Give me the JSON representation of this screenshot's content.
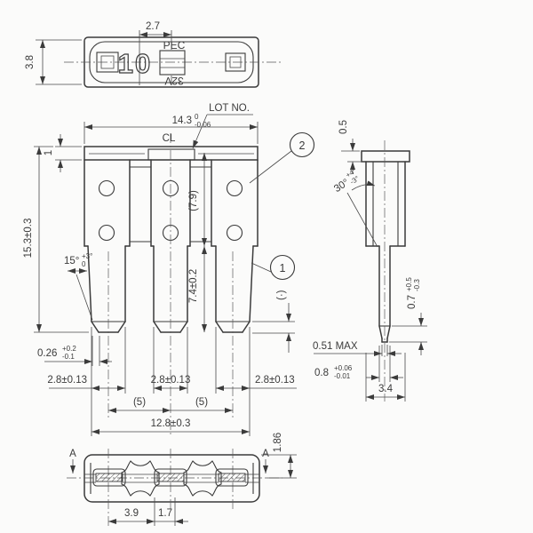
{
  "top_view": {
    "amp_rating": "10",
    "brand": "PEC",
    "voltage": "32V",
    "dim_marking_offset": "2.7",
    "dim_thickness": "3.8"
  },
  "front_view": {
    "lot_label": "LOT NO.",
    "centerline_label": "CL",
    "dim_overall_width": {
      "value": "14.3",
      "sup": "0",
      "sub": "-0.06"
    },
    "dim_cap_height": "1",
    "dim_overall_height": "15.3±0.3",
    "angle_blade": {
      "value": "15°",
      "sup": "+3°",
      "sub": "0"
    },
    "dim_housing_height": "(7.9)",
    "dim_blade_length": "7.4±0.2",
    "balloon_blade": "1",
    "balloon_housing": "2",
    "dim_tip_ref": "(·)",
    "dim_tip_chamfer": {
      "value": "0.26",
      "sup": "+0.2",
      "sub": "-0.1"
    },
    "dim_blade_width_left": "2.8±0.13",
    "dim_blade_width_mid": "2.8±0.13",
    "dim_blade_width_right": "2.8±0.13",
    "dim_pitch_left": "(5)",
    "dim_pitch_right": "(5)",
    "dim_span": "12.8±0.3"
  },
  "side_view": {
    "dim_cap_step": "0.5",
    "angle_tip": {
      "value": "30°",
      "sup": "+4°",
      "sub": "-3°"
    },
    "dim_tip_taper": {
      "value": "0.7",
      "sup": "+0.5",
      "sub": "-0.3"
    },
    "dim_tip_width": "0.51 MAX",
    "dim_blade_thickness": {
      "value": "0.8",
      "sup": "+0.06",
      "sub": "-0.01"
    },
    "dim_body_width": "3.4"
  },
  "section_view": {
    "marker_left": "A",
    "marker_right": "A",
    "dim_half_height": "1.86",
    "dim_slot": "3.9",
    "dim_web": "1.7"
  }
}
